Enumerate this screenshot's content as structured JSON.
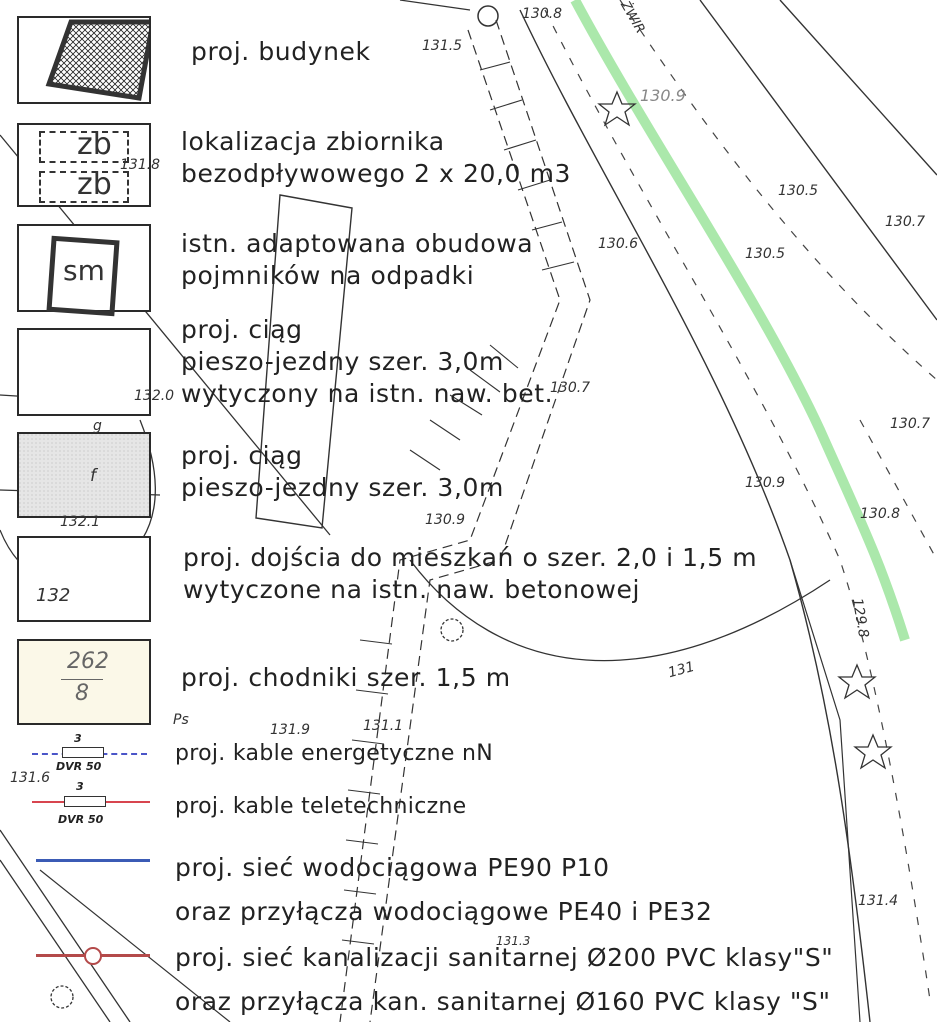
{
  "legend": [
    {
      "id": "bud",
      "lines": [
        "proj. budynek"
      ]
    },
    {
      "id": "zb",
      "lines": [
        "lokalizacja zbiornika",
        "bezodpływowego 2 x 20,0 m3"
      ],
      "box_label": "zb"
    },
    {
      "id": "sm",
      "lines": [
        "istn. adaptowana obudowa",
        "pojmników na odpadki"
      ],
      "box_label": "sm"
    },
    {
      "id": "ciag1",
      "lines": [
        "proj. ciąg",
        "pieszo-jezdny szer. 3,0m",
        "wytyczony na istn.  naw. bet."
      ]
    },
    {
      "id": "ciag2",
      "lines": [
        "proj. ciąg",
        "pieszo-jezdny szer. 3,0m"
      ]
    },
    {
      "id": "doj",
      "lines": [
        "proj. dojścia do mieszkań o szer. 2,0 i 1,5 m",
        "wytyczone na istn. naw. betonowej"
      ]
    },
    {
      "id": "chod",
      "lines": [
        "proj. chodniki szer. 1,5 m"
      ],
      "box_label_top": "262",
      "box_label_bottom": "8"
    },
    {
      "id": "energ",
      "lines": [
        "proj. kable energetyczne nN"
      ],
      "sym_top": "3",
      "sym_bottom": "DVR 50",
      "color": "#4a55c8"
    },
    {
      "id": "tele",
      "lines": [
        "proj. kable teletechniczne"
      ],
      "sym_top": "3",
      "sym_bottom": "DVR 50",
      "color": "#d8454f"
    },
    {
      "id": "woda",
      "lines": [
        "proj. sieć wodociągowa PE90 P10",
        "oraz przyłącza wodociągowe PE40 i PE32"
      ],
      "color": "#3b5bb5"
    },
    {
      "id": "kan",
      "lines": [
        "proj. sieć kanalizacji sanitarnej Ø200 PVC klasy\"S\"",
        "oraz przyłącza kan. sanitarnej Ø160 PVC klasy \"S\""
      ],
      "color": "#b44a4a"
    }
  ],
  "map_labels": [
    {
      "text": "130.8"
    },
    {
      "text": "131.5"
    },
    {
      "text": "ŻWIR"
    },
    {
      "text": "130.5"
    },
    {
      "text": "130.7"
    },
    {
      "text": "130.6"
    },
    {
      "text": "130.5"
    },
    {
      "text": "131.8"
    },
    {
      "text": "130.7"
    },
    {
      "text": "130.7"
    },
    {
      "text": "130.9"
    },
    {
      "text": "130.8"
    },
    {
      "text": "130.9"
    },
    {
      "text": "132.0"
    },
    {
      "text": "132.1"
    },
    {
      "text": "132"
    },
    {
      "text": "129.8"
    },
    {
      "text": "131.9"
    },
    {
      "text": "131.1"
    },
    {
      "text": "131.6"
    },
    {
      "text": "131.4"
    },
    {
      "text": "131.3"
    },
    {
      "text": "131"
    },
    {
      "text": "Ps"
    },
    {
      "text": "g"
    },
    {
      "text": "f"
    },
    {
      "text": "130.9"
    }
  ],
  "colors": {
    "green_strip": "#8fe08f",
    "line": "#333333"
  }
}
